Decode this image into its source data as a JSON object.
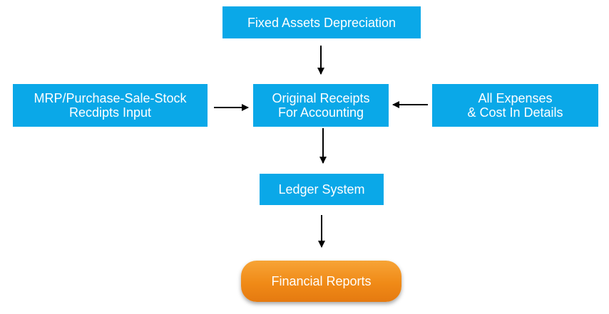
{
  "nodes": {
    "fixed_assets": {
      "label": "Fixed Assets Depreciation"
    },
    "mrp": {
      "line1": "MRP/Purchase-Sale-Stock",
      "line2": "Recdipts Input"
    },
    "original_receipts": {
      "line1": "Original Receipts",
      "line2": "For Accounting"
    },
    "expenses": {
      "line1": "All Expenses",
      "line2": "& Cost In Details"
    },
    "ledger": {
      "label": "Ledger System"
    },
    "financial_reports": {
      "label": "Financial Reports"
    }
  },
  "colors": {
    "box": "#0aa8e8",
    "report": "#f08a17",
    "arrow": "#000000"
  }
}
